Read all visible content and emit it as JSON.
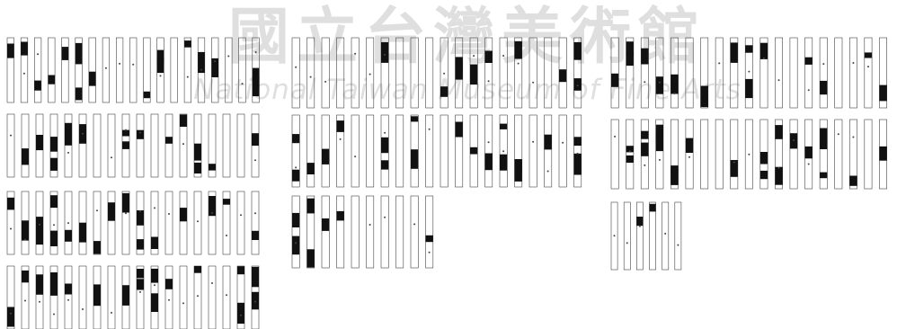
{
  "watermark": {
    "title_zh": "國立台灣美術館",
    "title_en": "National Taiwan Museum of Fine Arts"
  },
  "colors": {
    "background": "#ffffff",
    "stroke": "#444444",
    "fill": "#111111"
  },
  "notation": {
    "description": "Grid of vertical woven-pattern draft strips; each strip records a sequence of solid and open segments.",
    "strips_content_type": "pattern-draft"
  }
}
